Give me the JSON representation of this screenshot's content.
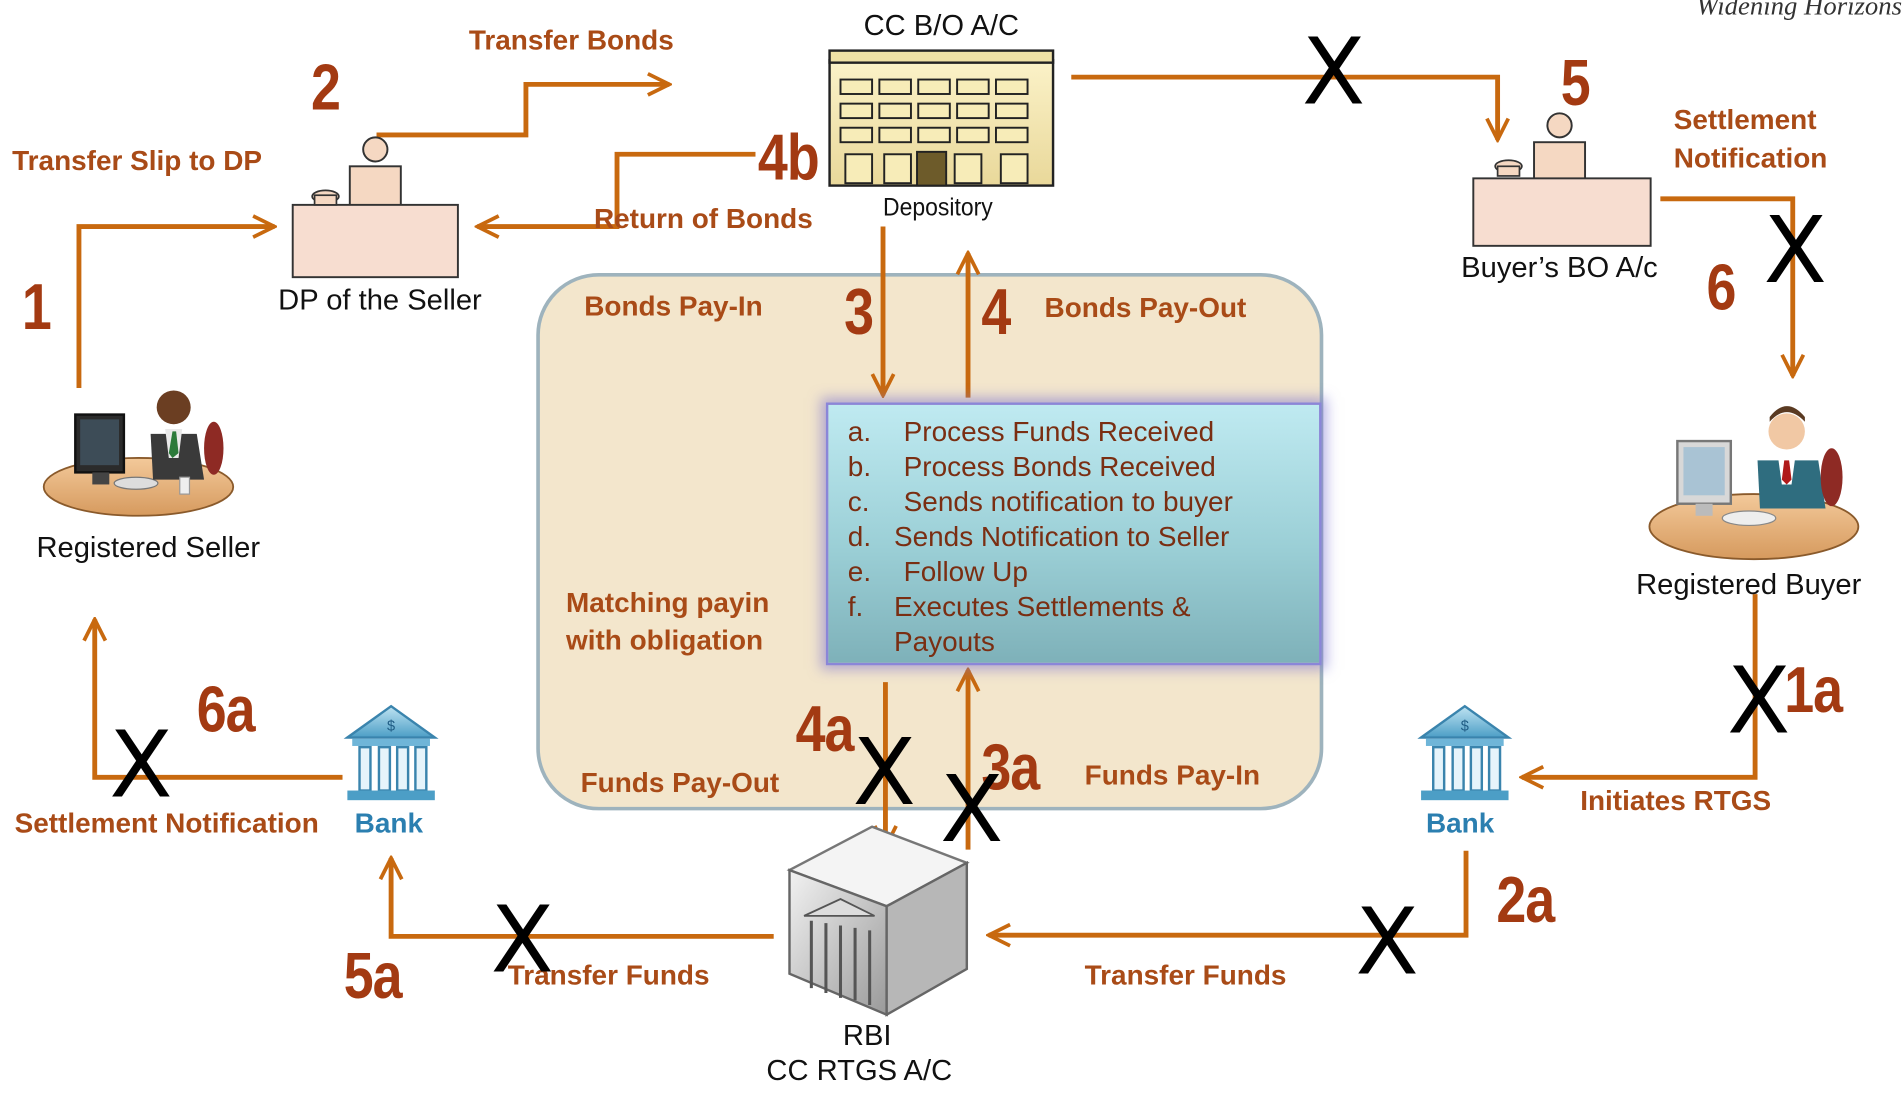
{
  "header": {
    "tagline": "Widening Horizons"
  },
  "nodes": {
    "seller": "Registered Seller",
    "dp_seller": "DP of the Seller",
    "cc_bo": "CC B/O A/C",
    "depository": "Depository",
    "buyer_bo": "Buyer’s BO A/c",
    "buyer": "Registered Buyer",
    "bank_left": "Bank",
    "bank_right": "Bank",
    "rbi_line1": "RBI",
    "rbi_line2": "CC RTGS A/C"
  },
  "flows": {
    "transfer_slip": "Transfer Slip to DP",
    "transfer_bonds": "Transfer Bonds",
    "return_bonds": "Return of Bonds",
    "settlement_notification_top": "Settlement Notification",
    "bonds_payin": "Bonds Pay-In",
    "bonds_payout": "Bonds Pay-Out",
    "matching": "Matching payin with obligation",
    "funds_payout": "Funds Pay-Out",
    "funds_payin": "Funds Pay-In",
    "settlement_notification_bottom": "Settlement Notification",
    "initiates_rtgs": "Initiates RTGS",
    "transfer_funds_left": "Transfer Funds",
    "transfer_funds_right": "Transfer Funds"
  },
  "steps": {
    "s1": "1",
    "s2": "2",
    "s3": "3",
    "s4": "4",
    "s4b": "4b",
    "s5": "5",
    "s6": "6",
    "s1a": "1a",
    "s2a": "2a",
    "s3a": "3a",
    "s4a": "4a",
    "s5a": "5a",
    "s6a": "6a"
  },
  "process_list": [
    {
      "marker": "a.",
      "text": "Process Funds Received"
    },
    {
      "marker": "b.",
      "text": "Process Bonds Received"
    },
    {
      "marker": "c.",
      "text": "Sends notification to buyer"
    },
    {
      "marker": "d.",
      "text": "Sends Notification to Seller"
    },
    {
      "marker": "e.",
      "text": "Follow Up"
    },
    {
      "marker": "f.",
      "text": "Executes Settlements &"
    },
    {
      "marker": "",
      "text": "Payouts"
    }
  ],
  "cross_mark": "X",
  "colors": {
    "flow": "#c8690f",
    "step": "#a33a12",
    "label": "#a94b17",
    "settlement_box": "#f3e6cc",
    "steps_box": "#9fd3da"
  }
}
